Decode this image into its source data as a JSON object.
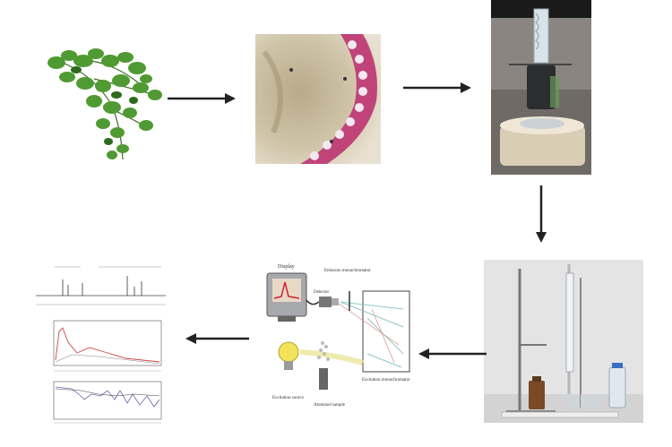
{
  "workflow": {
    "steps": [
      {
        "name": "plant",
        "label": ""
      },
      {
        "name": "micrograph",
        "label": ""
      },
      {
        "name": "extraction-apparatus",
        "label": ""
      },
      {
        "name": "column-chromatography",
        "label": ""
      },
      {
        "name": "spectrometer",
        "label": ""
      },
      {
        "name": "spectra",
        "label": ""
      }
    ],
    "arrows": [
      "right",
      "right",
      "down",
      "left",
      "left"
    ]
  },
  "spectrometer": {
    "display": "Display",
    "detector": "Detector",
    "emission_mono": "Emission monochromator",
    "excitation_mono": "Excitation monochromator",
    "excitation_source": "Excitation source",
    "atomized_sample": "Atomized sample"
  },
  "colors": {
    "leaf": "#4f9a32",
    "tissue": "#c0447a",
    "arrow": "#222222"
  }
}
